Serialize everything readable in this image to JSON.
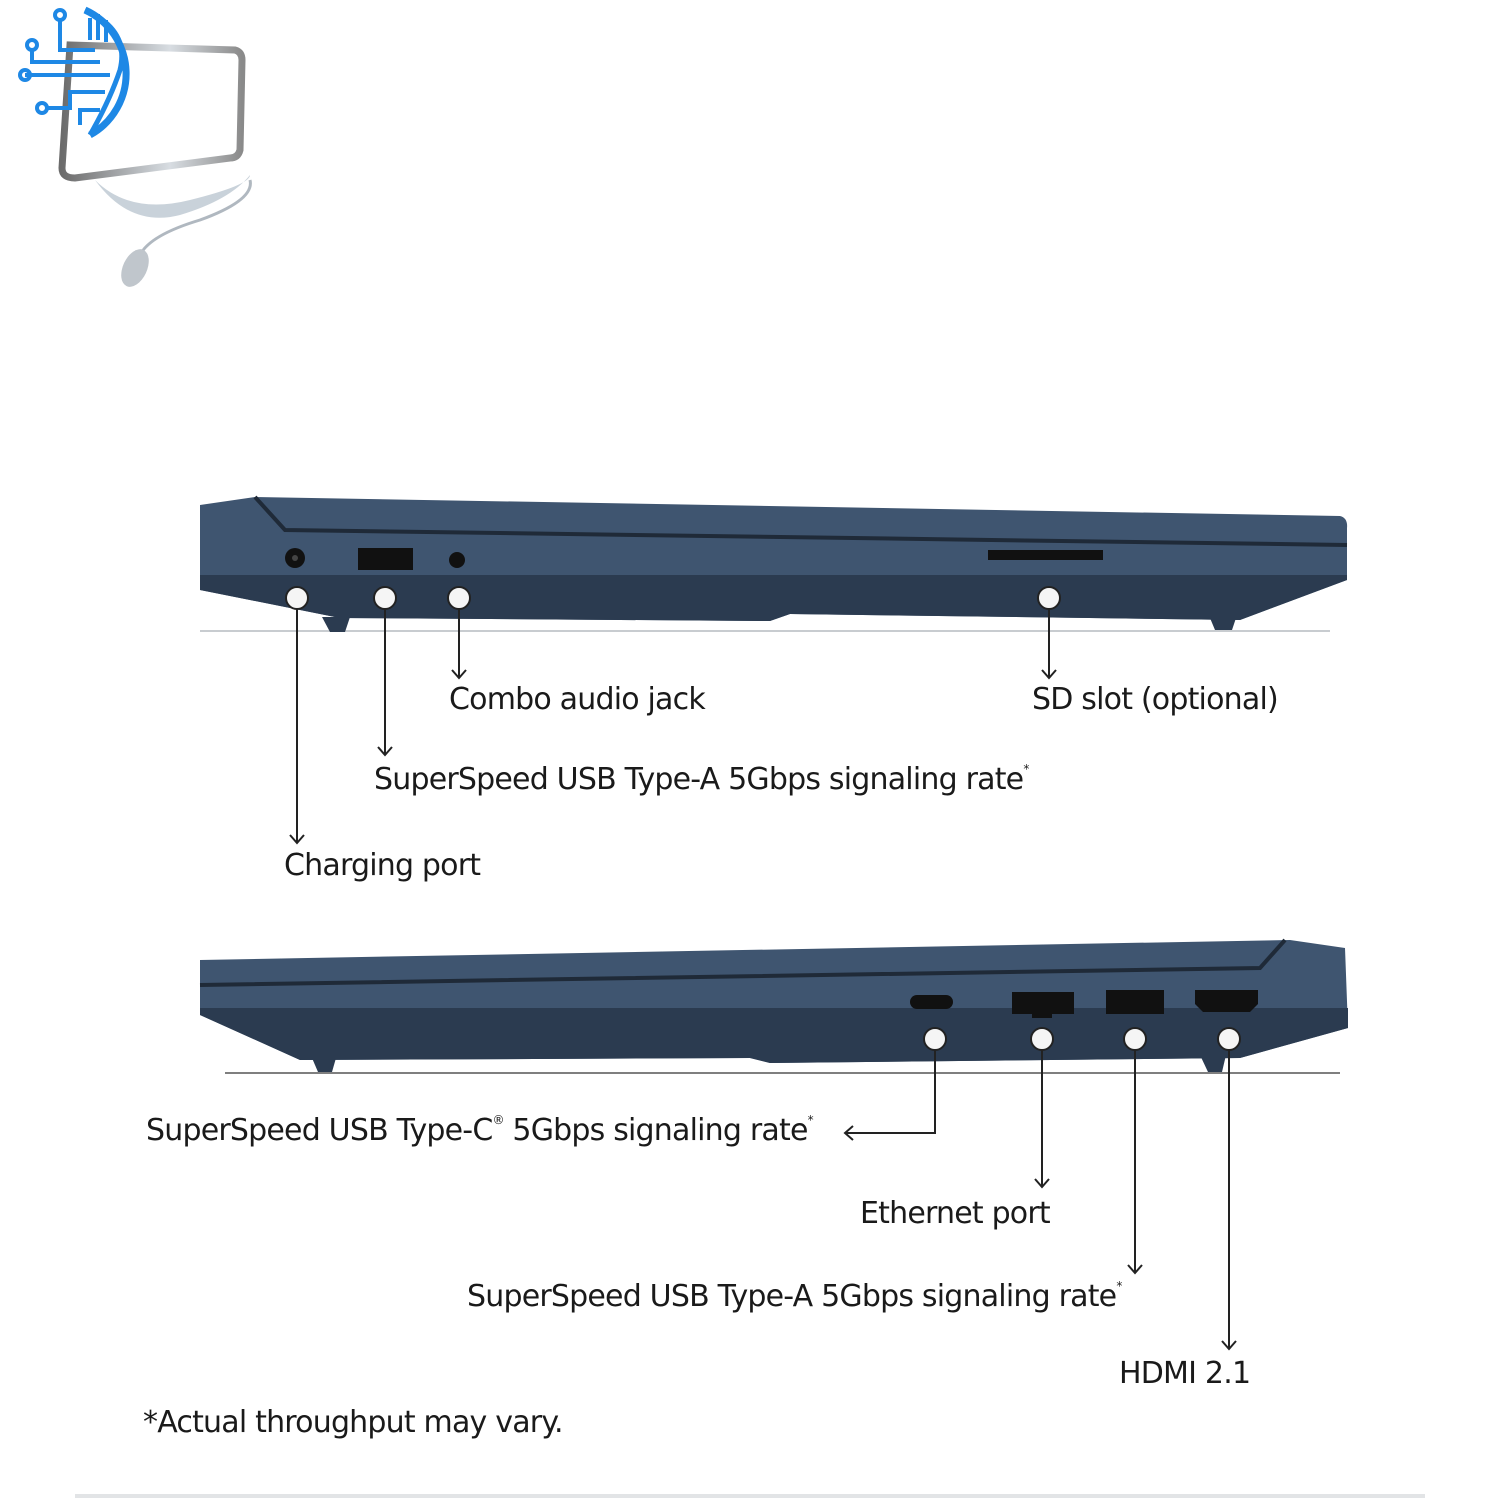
{
  "top_view": {
    "labels": {
      "combo_audio": "Combo audio jack",
      "sd_slot": "SD slot (optional)",
      "usb_a": "SuperSpeed USB Type-A 5Gbps signaling rate",
      "usb_a_mark": "*",
      "charging": "Charging port"
    }
  },
  "bottom_view": {
    "labels": {
      "usb_c": "SuperSpeed USB Type-C",
      "usb_c_reg": "®",
      "usb_c_rate": " 5Gbps signaling rate",
      "usb_c_mark": "*",
      "ethernet": "Ethernet port",
      "usb_a": "SuperSpeed USB Type-A 5Gbps signaling rate",
      "usb_a_mark": "*",
      "hdmi": "HDMI 2.1"
    }
  },
  "footnote": "*Actual throughput may vary.",
  "colors": {
    "chassis": "#3f5570",
    "chassis_dark": "#2b3b50",
    "logo_blue": "#1e88e5"
  },
  "logo": {
    "icon": "monitor-circuit-logo"
  }
}
